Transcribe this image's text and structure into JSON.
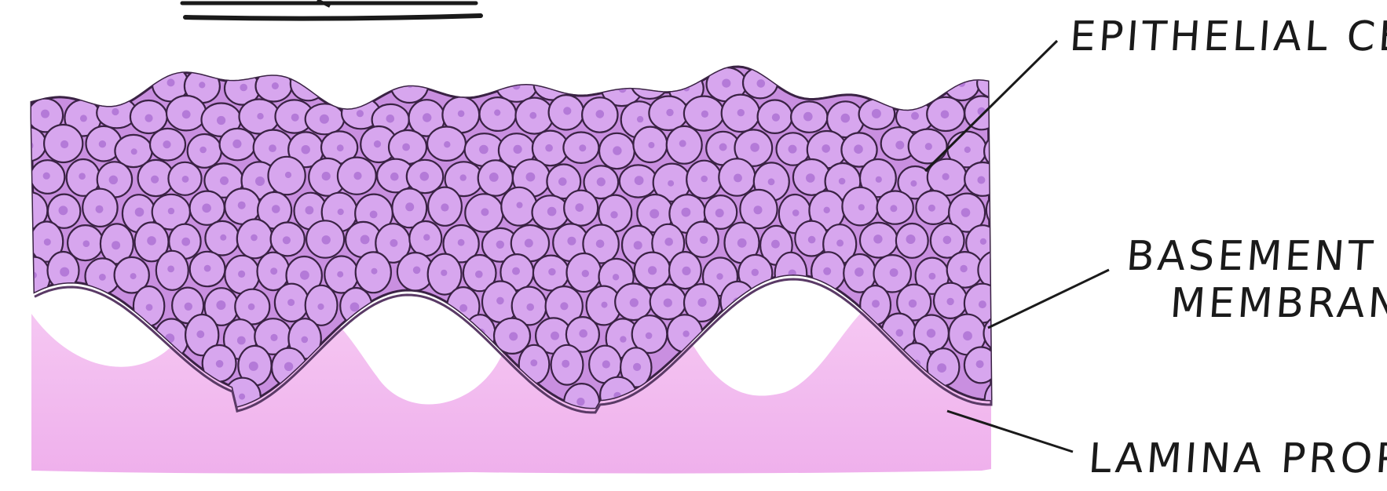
{
  "labels": {
    "epithelial_cell": "EPITHELIAL CELL",
    "basement_membrane_line1": "BASEMENT",
    "basement_membrane_line2": "MEMBRANE",
    "lamina_propria": "LAMINA PROPRIA"
  },
  "colors": {
    "epithelium_fill": "#c98fe0",
    "cell_fill": "#d7a6ee",
    "cell_outline": "#3a2244",
    "nucleus": "#b47ad8",
    "lamina_fill": "#f2b7ef",
    "lamina_highlight": "#f7cdf4",
    "ink": "#1a1a1a"
  }
}
